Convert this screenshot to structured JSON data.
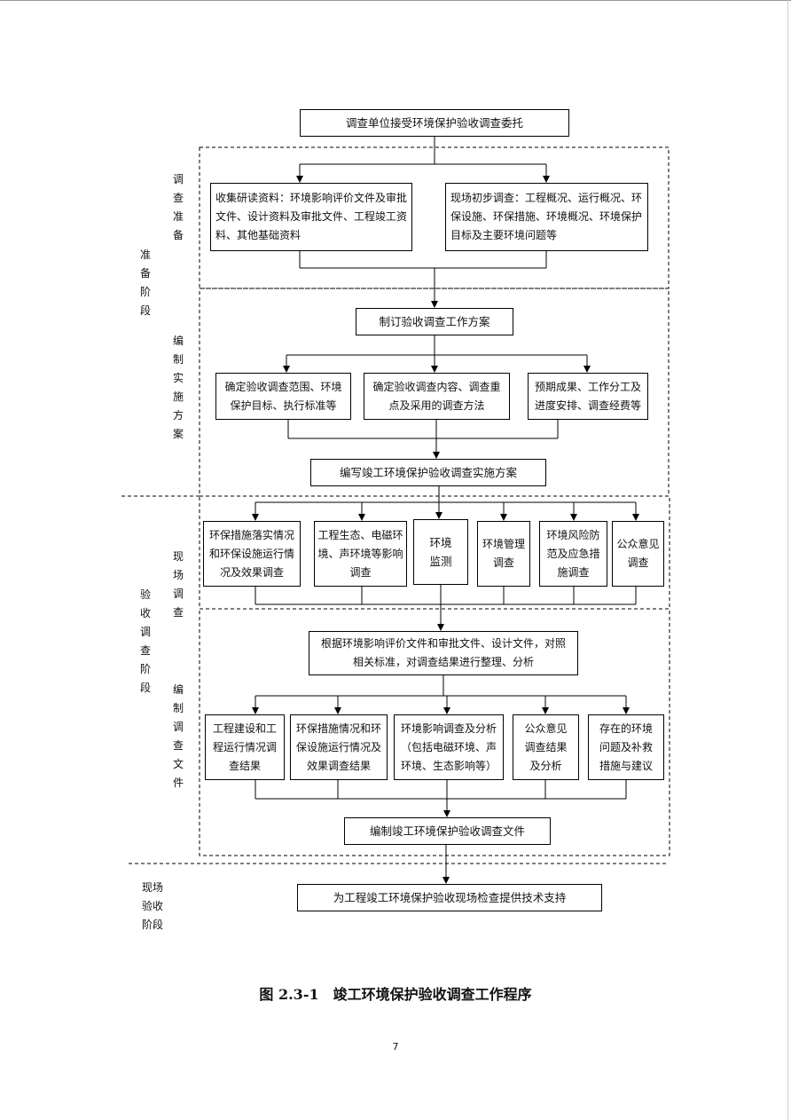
{
  "boxes": {
    "b1": "调查单位接受环境保护验收调查委托",
    "b2": "收集研读资料：环境影响评价文件及审批文件、设计资料及审批文件、工程竣工资料、其他基础资料",
    "b3": "现场初步调查：工程概况、运行概况、环保设施、环保措施、环境概况、环境保护目标及主要环境问题等",
    "b4": "制订验收调查工作方案",
    "b5": "确定验收调查范围、环境保护目标、执行标准等",
    "b6": "确定验收调查内容、调查重点及采用的调查方法",
    "b7": "预期成果、工作分工及进度安排、调查经费等",
    "b8": "编写竣工环境保护验收调查实施方案",
    "b9": "环保措施落实情况和环保设施运行情况及效果调查",
    "b10": "工程生态、电磁环境、声环境等影响调查",
    "b11": "环境监测",
    "b12": "环境管理调查",
    "b13": "环境风险防范及应急措施调查",
    "b14": "公众意见调查",
    "b15": "根据环境影响评价文件和审批文件、设计文件，对照相关标准，对调查结果进行整理、分析",
    "b16": "工程建设和工程运行情况调查结果",
    "b17": "环保措施情况和环保设施运行情况及效果调查结果",
    "b18": "环境影响调查及分析（包括电磁环境、声环境、生态影响等）",
    "b19": "公众意见调查结果及分析",
    "b20": "存在的环境问题及补救措施与建议",
    "b21": "编制竣工环境保护验收调查文件",
    "b22": "为工程竣工环境保护验收现场检查提供技术支持"
  },
  "labels": {
    "diaocha_zhunbei": "调查准备",
    "zhunbei_jieduan": "准备阶段",
    "bianzhi_shishi_fangan": "编制实施方案",
    "xianchang_diaocha": "现场调查",
    "yanshou_diaocha_jieduan": "验收调查阶段",
    "bianzhi_diaocha_wenjian": "编制调查文件",
    "xianchang_yanshou_jieduan": "现场验收阶段"
  },
  "caption": "图 2.3-1　竣工环境保护验收调查工作程序",
  "page_number": "7"
}
